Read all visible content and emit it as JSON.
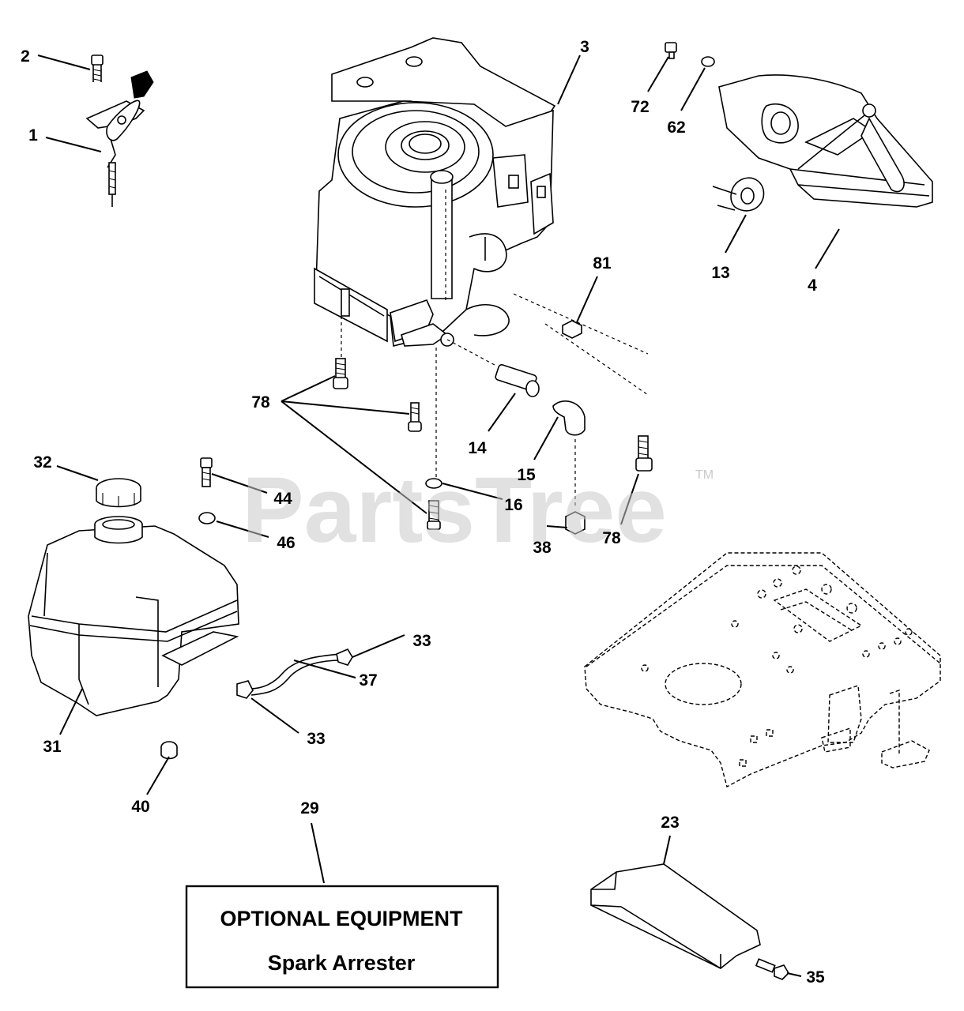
{
  "diagram": {
    "watermark": "PartsTree",
    "watermark_tm": "TM",
    "optional_box": {
      "title": "OPTIONAL EQUIPMENT",
      "subtitle": "Spark Arrester"
    },
    "callouts": [
      {
        "id": "c2",
        "label": "2"
      },
      {
        "id": "c1",
        "label": "1"
      },
      {
        "id": "c3",
        "label": "3"
      },
      {
        "id": "c72",
        "label": "72"
      },
      {
        "id": "c62",
        "label": "62"
      },
      {
        "id": "c13",
        "label": "13"
      },
      {
        "id": "c4",
        "label": "4"
      },
      {
        "id": "c81",
        "label": "81"
      },
      {
        "id": "c78a",
        "label": "78"
      },
      {
        "id": "c14",
        "label": "14"
      },
      {
        "id": "c15",
        "label": "15"
      },
      {
        "id": "c16",
        "label": "16"
      },
      {
        "id": "c38",
        "label": "38"
      },
      {
        "id": "c78b",
        "label": "78"
      },
      {
        "id": "c32",
        "label": "32"
      },
      {
        "id": "c44",
        "label": "44"
      },
      {
        "id": "c46",
        "label": "46"
      },
      {
        "id": "c33a",
        "label": "33"
      },
      {
        "id": "c37",
        "label": "37"
      },
      {
        "id": "c33b",
        "label": "33"
      },
      {
        "id": "c31",
        "label": "31"
      },
      {
        "id": "c40",
        "label": "40"
      },
      {
        "id": "c29",
        "label": "29"
      },
      {
        "id": "c23",
        "label": "23"
      },
      {
        "id": "c35",
        "label": "35"
      }
    ]
  }
}
